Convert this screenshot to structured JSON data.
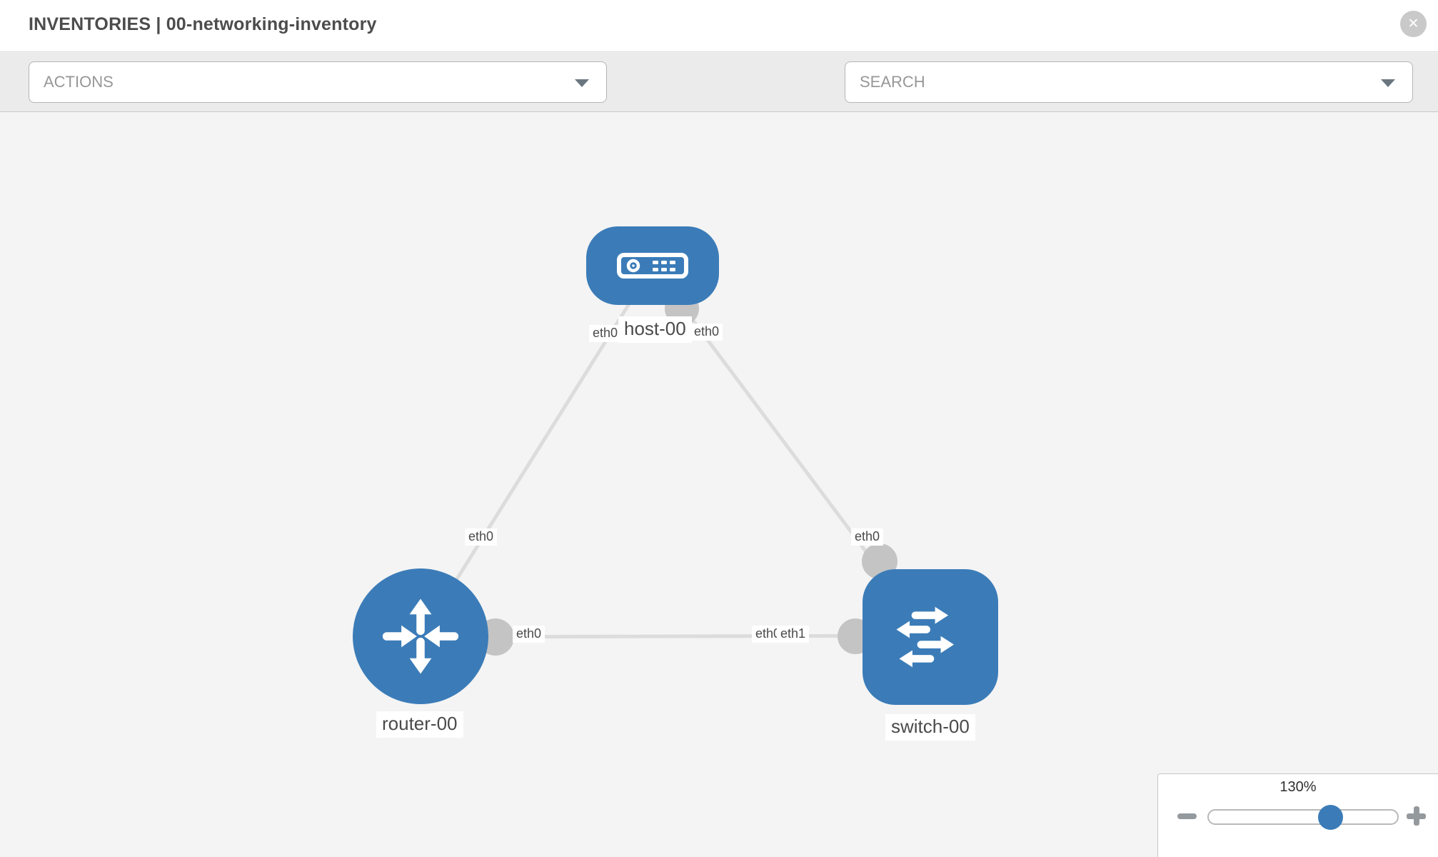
{
  "header": {
    "title": "INVENTORIES | 00-networking-inventory",
    "close_glyph": "✕"
  },
  "toolbar": {
    "actions_label": "ACTIONS",
    "search_label": "SEARCH",
    "icons": [
      "wrench-icon",
      "key-icon"
    ]
  },
  "topology": {
    "nodes": [
      {
        "id": "host-00",
        "type": "host",
        "label": "host-00"
      },
      {
        "id": "router-00",
        "type": "router",
        "label": "router-00"
      },
      {
        "id": "switch-00",
        "type": "switch",
        "label": "switch-00"
      }
    ],
    "links": [
      {
        "source": "host-00",
        "source_interface": "eth0",
        "target": "router-00",
        "target_interface": "eth0"
      },
      {
        "source": "host-00",
        "source_interface": "eth0",
        "target": "switch-00",
        "target_interface": "eth0"
      },
      {
        "source": "router-00",
        "source_interface": "eth0",
        "target": "switch-00",
        "target_interface": "eth1",
        "overlapped_interface": "eth0"
      }
    ],
    "colors": {
      "node_blue": "#3b7cb8",
      "link_gray": "#dcdcdc",
      "connector_gray": "#c4c4c4",
      "canvas_bg": "#f4f4f4"
    }
  },
  "zoom_control": {
    "level": "130%"
  }
}
